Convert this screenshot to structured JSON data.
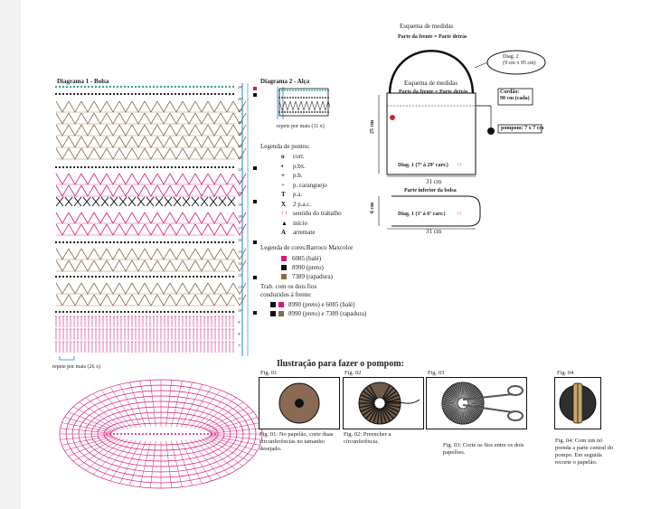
{
  "diagram1": {
    "title": "Diagrama 1 - Bolsa",
    "repeat_label": "repete por mais (26 x)"
  },
  "diagram2": {
    "title": "Diagrama 2 - Alça",
    "repeat_label": "repete por mais (11 x)"
  },
  "legend_points": {
    "title": "Legenda de pontos:",
    "items": [
      {
        "symbol": "o",
        "label": "corr."
      },
      {
        "symbol": "•",
        "label": "p.bx."
      },
      {
        "symbol": "+",
        "label": "p.b."
      },
      {
        "symbol": "+",
        "label": "p. caranguejo"
      },
      {
        "symbol": "T",
        "label": "p.a."
      },
      {
        "symbol": "X",
        "label": "2 p.a.c."
      },
      {
        "symbol": "↑↑",
        "label": "sentido do trabalho"
      },
      {
        "symbol": "▲",
        "label": "início"
      },
      {
        "symbol": "A",
        "label": "arremate"
      }
    ]
  },
  "legend_colors": {
    "title": "Legenda de cores:Barroco Maxcolor",
    "items": [
      {
        "color": "#d6197d",
        "label": "6085 (balé)"
      },
      {
        "color": "#111111",
        "label": "8990 (preto)"
      },
      {
        "color": "#8a6a44",
        "label": "7389 (rapadura)"
      }
    ],
    "note": "Trab. com os dois fios conduzidos à frente:",
    "note_line1": "Trab. com os dois fios",
    "note_line2": "conduzidos à frente:",
    "combos": [
      {
        "colors": [
          "#111111",
          "#d6197d"
        ],
        "label": "8990 (preto) e 6085 (balé)"
      },
      {
        "colors": [
          "#111111",
          "#8a6a44"
        ],
        "label": "8990 (preto) e 7389 (rapadura)"
      }
    ]
  },
  "measures": {
    "title": "Esquema de medidas",
    "subtitle": "Parte da frente = Parte detrás",
    "inner_title": "Esquema de medidas",
    "inner_subtitle": "Parte da frente = Parte detrás",
    "diag2_line1": "Diag. 2",
    "diag2_line2": "(9 cm x 95 cm)",
    "cordao_line1": "Cordão:",
    "cordao_line2": "90 cm (cada)",
    "pompom": "pompom: 7 x 7 cm",
    "side_height": "25 cm",
    "diag1_front": "Diag. 1 (7º à 29ª carr.)",
    "width_front": "31 cm",
    "bottom_title": "Parte inferior da bolsa",
    "diag1_bottom": "Diag. 1 (1ª à 6ª carr.)",
    "bottom_height": "6 cm",
    "width_bottom": "31 cm"
  },
  "pompom": {
    "title": "Ilustração para fazer o pompom:",
    "figures": [
      {
        "label": "Fig. 01",
        "caption": "Fig. 01: No papelão, corte duas circunferências no tamanho desejado."
      },
      {
        "label": "Fig. 02",
        "caption": "Fig. 02: Preencher a circunferência."
      },
      {
        "label": "Fig. 03",
        "caption": "Fig. 03: Corte os fios entre os dois papelões."
      },
      {
        "label": "Fig. 04",
        "caption": "Fig. 04: Com um nó prenda a parte central do pompo. Em seguida recorte o papelão."
      }
    ]
  },
  "row_numbers": [
    "29ª",
    "28ª",
    "27ª",
    "26ª",
    "25ª",
    "24ª",
    "23ª",
    "22ª",
    "21ª",
    "20ª",
    "19ª",
    "18ª",
    "17ª",
    "16ª",
    "15ª",
    "14ª",
    "13ª",
    "12ª",
    "11ª",
    "10ª",
    "9ª",
    "8ª",
    "7ª"
  ],
  "colors": {
    "pink": "#d6197d",
    "brown": "#8a6a44",
    "black": "#111111",
    "green": "#1aa36a",
    "blue": "#1f7fc4"
  }
}
